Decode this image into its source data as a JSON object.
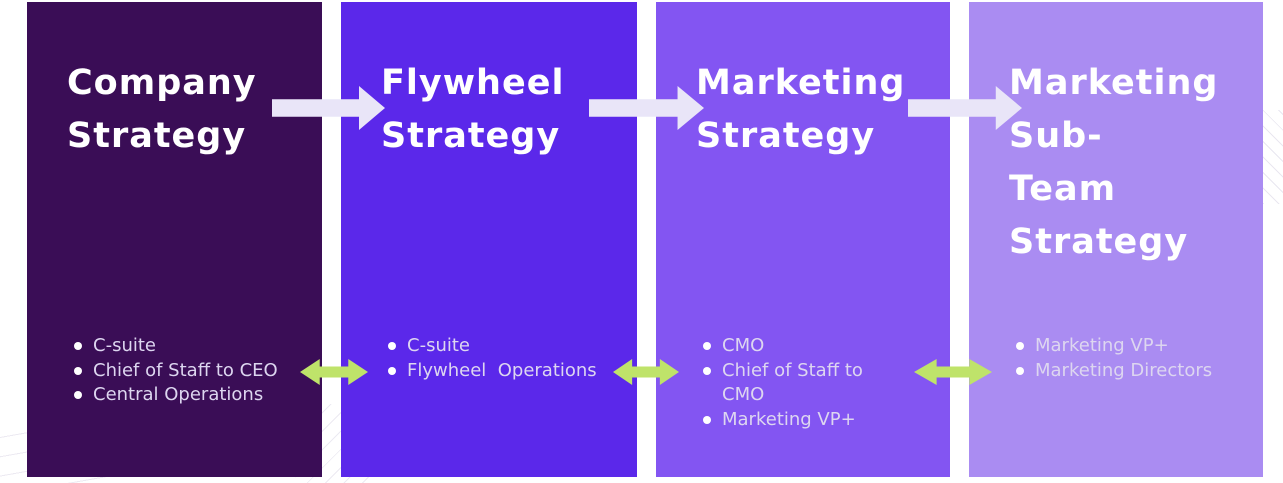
{
  "diagram": {
    "background": "#ffffff",
    "decor_line_color": "#eae8f1"
  },
  "title_color": "#ffffff",
  "bullet_text_color": "#ddd6f0",
  "bullet_dot_color": "#ffffff",
  "flow_arrow": {
    "color": "#e9e5f8",
    "direction": "right"
  },
  "alignment_arrow": {
    "color": "#bfe36a",
    "direction": "both"
  },
  "panels": [
    {
      "name": "company-strategy",
      "color": "#3a0d56",
      "title": "Company Strategy",
      "title_lines": [
        "Company",
        "Strategy"
      ],
      "bullets": [
        "C-suite",
        "Chief of Staff to CEO",
        "Central Operations"
      ]
    },
    {
      "name": "flywheel-strategy",
      "color": "#5b28ea",
      "title": "Flywheel Strategy",
      "title_lines": [
        "Flywheel",
        "Strategy"
      ],
      "bullets": [
        "C-suite",
        "Flywheel  Operations"
      ]
    },
    {
      "name": "marketing-strategy",
      "color": "#8355f2",
      "title": "Marketing Strategy",
      "title_lines": [
        "Marketing",
        "Strategy"
      ],
      "bullets": [
        "CMO",
        "Chief of Staff to\nCMO",
        "Marketing VP+"
      ]
    },
    {
      "name": "marketing-sub-team-strategy",
      "color": "#aa8cf2",
      "title": "Marketing Sub-Team Strategy",
      "title_lines": [
        "Marketing",
        "Sub-",
        "Team",
        "Strategy"
      ],
      "bullets": [
        "Marketing VP+",
        "Marketing Directors"
      ]
    }
  ]
}
